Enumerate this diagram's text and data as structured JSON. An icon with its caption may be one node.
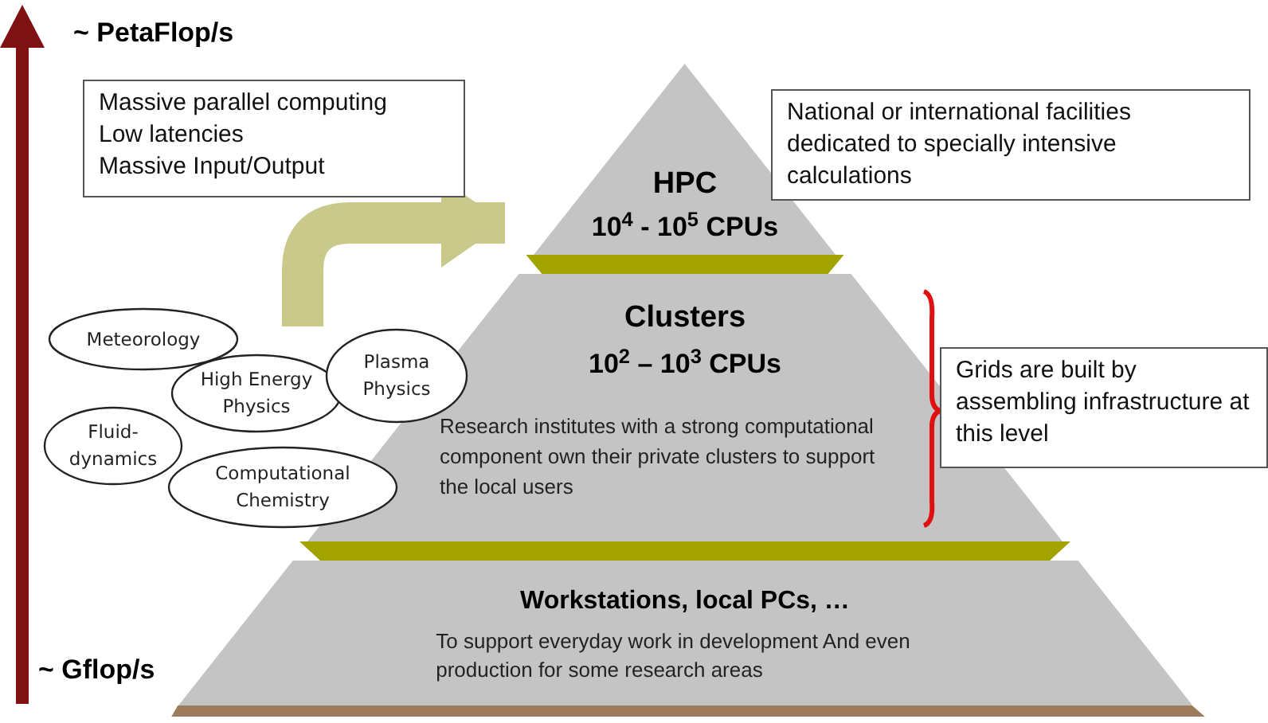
{
  "diagram": {
    "nodes": [
      {
        "text": [
          "Massive parallel computing",
          "Low latencies",
          "Massive Input/Output"
        ]
      },
      {
        "text": [
          "National or international  facilities dedicated to specially intensive calculations"
        ]
      },
      {
        "text": [
          "HPC",
          "10$^{4}$ - 10$^{5}$ CPUs"
        ]
      },
      {
        "text": [
          "Clusters",
          "10$^{2}$ – 10$^{3}$  CPUs",
          "Research institutes with a strong computational component own their private clusters to support the local users"
        ]
      },
      {
        "text": [
          "Workstations, local PCs, …",
          "To support everyday work in development And even production for some research areas"
        ]
      },
      {
        "text": [
          "Grids are built by assembling infrastructure at this level"
        ]
      },
      {
        "text": [
          "Meteorology"
        ]
      },
      {
        "text": [
          "Plasma Physics"
        ]
      },
      {
        "text": [
          "High Energy Physics"
        ]
      },
      {
        "text": [
          "Fluid-dynamics"
        ]
      },
      {
        "text": [
          "Computational Chemistry"
        ]
      }
    ],
    "edges": [
      {
        "from": null,
        "to": 2,
        "arrow": "to"
      }
    ],
    "labels": [
      "~ PetaFlop/s",
      "~ Gflop/s"
    ]
  }
}
